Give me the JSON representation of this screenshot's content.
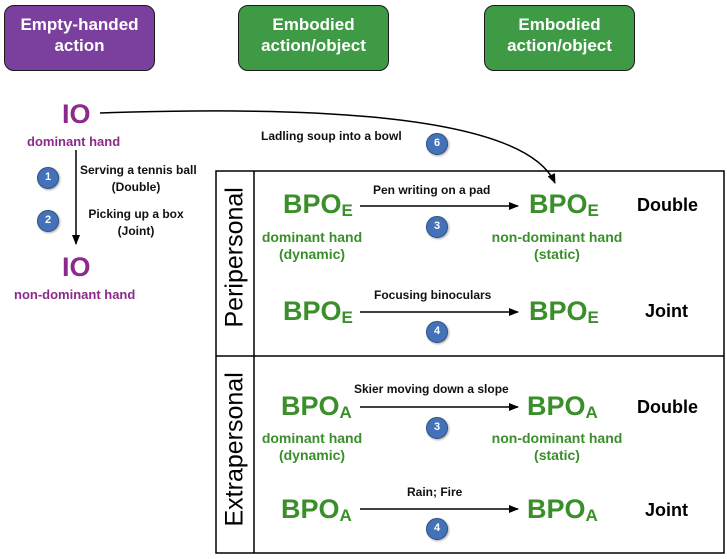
{
  "headers": [
    {
      "text": "Empty-handed action",
      "color": "#7b3f9e"
    },
    {
      "text": "Embodied action/object",
      "color": "#3f9a45"
    },
    {
      "text": "Embodied action/object",
      "color": "#3f9a45"
    }
  ],
  "left": {
    "io_top": "IO",
    "io_top_sub": "dominant hand",
    "io_bottom": "IO",
    "io_bottom_sub": "non-dominant hand",
    "actions": [
      {
        "num": "1",
        "label": "Serving a tennis ball",
        "type": "(Double)"
      },
      {
        "num": "2",
        "label": "Picking up a box",
        "type": "(Joint)"
      }
    ],
    "ladle": {
      "num": "6",
      "label": "Ladling soup into a bowl"
    }
  },
  "sections": {
    "peripersonal": {
      "label": "Peripersonal",
      "rows": [
        {
          "left_main": "BPO",
          "left_sub": "E",
          "right_main": "BPO",
          "right_sub": "E",
          "action": "Pen writing on a pad",
          "num": "3",
          "type": "Double",
          "left_hand": "dominant hand",
          "left_state": "(dynamic)",
          "right_hand": "non-dominant hand",
          "right_state": "(static)"
        },
        {
          "left_main": "BPO",
          "left_sub": "E",
          "right_main": "BPO",
          "right_sub": "E",
          "action": "Focusing binoculars",
          "num": "4",
          "type": "Joint"
        }
      ]
    },
    "extrapersonal": {
      "label": "Extrapersonal",
      "rows": [
        {
          "left_main": "BPO",
          "left_sub": "A",
          "right_main": "BPO",
          "right_sub": "A",
          "action": "Skier moving down a slope",
          "num": "3",
          "type": "Double",
          "left_hand": "dominant hand",
          "left_state": "(dynamic)",
          "right_hand": "non-dominant hand",
          "right_state": "(static)"
        },
        {
          "left_main": "BPO",
          "left_sub": "A",
          "right_main": "BPO",
          "right_sub": "A",
          "action": "Rain; Fire",
          "num": "4",
          "type": "Joint"
        }
      ]
    }
  }
}
